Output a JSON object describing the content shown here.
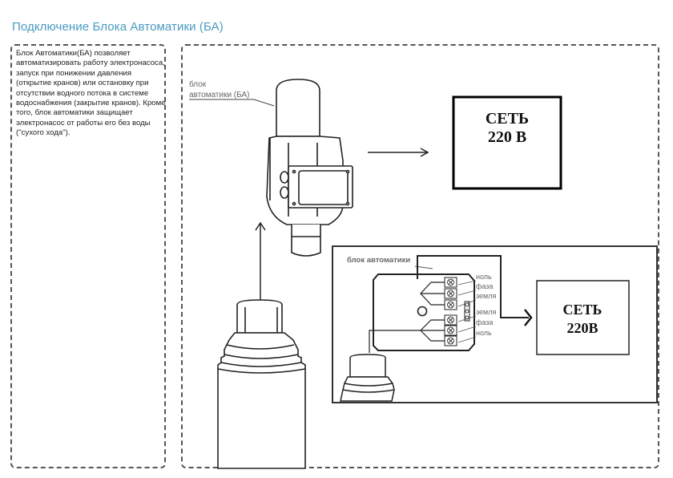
{
  "title": "Подключение Блока Автоматики (БА)",
  "description": "Блок Автоматики(БА)  позволяет автоматизировать работу электронасоса, запуск при понижении давления (открытие кранов) или остановку при отсутствии водного потока в системе водоснабжения (закрытие кранов). Кроме того, блок автоматики  защищает электронасос от работы его без воды (\"сухого хода\").",
  "diagram": {
    "unit_label_line1": "блок",
    "unit_label_line2": "автоматики (БА)",
    "mains_top_line1": "СЕТЬ",
    "mains_top_line2": "220 В",
    "wiring_label": "блок автоматики",
    "terminals": [
      "ноль",
      "фаза",
      "земля",
      "земля",
      "фаза",
      "ноль"
    ],
    "mains_bottom_line1": "СЕТЬ",
    "mains_bottom_line2": "220В"
  }
}
